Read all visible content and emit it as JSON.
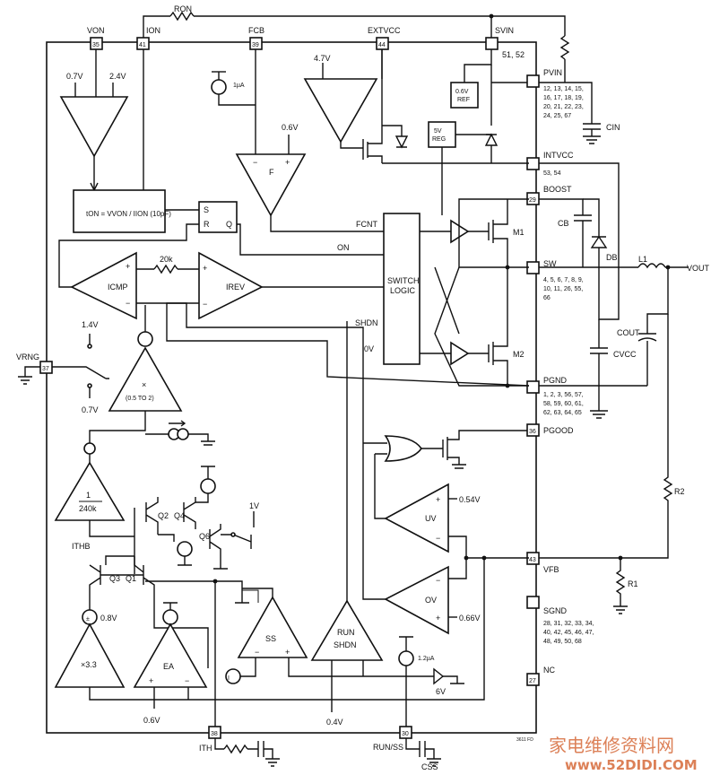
{
  "pins": {
    "von": {
      "name": "VON",
      "num": "35"
    },
    "ion": {
      "name": "ION",
      "num": "41"
    },
    "fcb": {
      "name": "FCB",
      "num": "39"
    },
    "extvcc": {
      "name": "EXTVCC",
      "num": "44"
    },
    "svin": {
      "name": "SVIN",
      "num": "51, 52"
    },
    "pvin": {
      "name": "PVIN",
      "nums": "12, 13, 14, 15,\n16, 17, 18, 19,\n20, 21, 22, 23,\n24, 25, 67"
    },
    "intvcc": {
      "name": "INTVCC",
      "nums": "53, 54"
    },
    "boost": {
      "name": "BOOST",
      "num": "29"
    },
    "sw": {
      "name": "SW",
      "nums": "4, 5, 6, 7, 8, 9,\n10, 11, 26, 55,\n66"
    },
    "pgnd": {
      "name": "PGND",
      "nums": "1, 2, 3, 56, 57,\n58, 59, 60, 61,\n62, 63, 64, 65"
    },
    "pgood": {
      "name": "PGOOD",
      "num": "36"
    },
    "vfb": {
      "name": "VFB",
      "num": "43"
    },
    "sgnd": {
      "name": "SGND",
      "nums": "28, 31, 32, 33, 34,\n40, 42, 45, 46, 47,\n48, 49, 50, 68"
    },
    "nc": {
      "name": "NC",
      "num": "27"
    },
    "vrng": {
      "name": "VRNG",
      "num": "37"
    },
    "ith": {
      "name": "ITH",
      "num": "38"
    },
    "runss": {
      "name": "RUN/SS",
      "num": "30"
    }
  },
  "labels": {
    "ron": "RON",
    "v07": "0.7V",
    "v24": "2.4V",
    "i1ua": "1µA",
    "v47": "4.7V",
    "v06": "0.6V",
    "ref06": "0.6V\nREF",
    "reg5": "5V\nREG",
    "ton": "tON = VVON / IION (10pF)",
    "s": "S",
    "r": "R",
    "q": "Q",
    "fcnt": "FCNT",
    "on": "ON",
    "switch_logic": "SWITCH\nLOGIC",
    "shdn": "SHDN",
    "ov0": "0V",
    "m1": "M1",
    "m2": "M2",
    "k20": "20k",
    "icmp": "ICMP",
    "irev": "IREV",
    "f": "F",
    "v14": "1.4V",
    "v07b": "0.7V",
    "mult": "×",
    "mult_range": "(0.5 TO 2)",
    "div": "1",
    "div_r": "240k",
    "ithb": "ITHB",
    "q1": "Q1",
    "q2": "Q2",
    "q3": "Q3",
    "q4": "Q4",
    "q6": "Q6",
    "v1": "1V",
    "v08": "0.8V",
    "x33": "×3.3",
    "ea": "EA",
    "v06b": "0.6V",
    "ss": "SS",
    "run": "RUN",
    "shdn2": "SHDN",
    "v04": "0.4V",
    "i12ua": "1.2µA",
    "v6": "6V",
    "uv": "UV",
    "ov": "OV",
    "v054": "0.54V",
    "v066": "0.66V",
    "cin": "CIN",
    "cb": "CB",
    "db": "DB",
    "l1": "L1",
    "vout": "VOUT",
    "cout": "COUT",
    "cvcc": "CVCC",
    "r1": "R1",
    "r2": "R2",
    "ith_ext": "ITH",
    "css": "CSS",
    "code": "3611 FD"
  },
  "watermark": {
    "cn": "家电维修资料网",
    "url": "www.52DIDI.COM"
  }
}
